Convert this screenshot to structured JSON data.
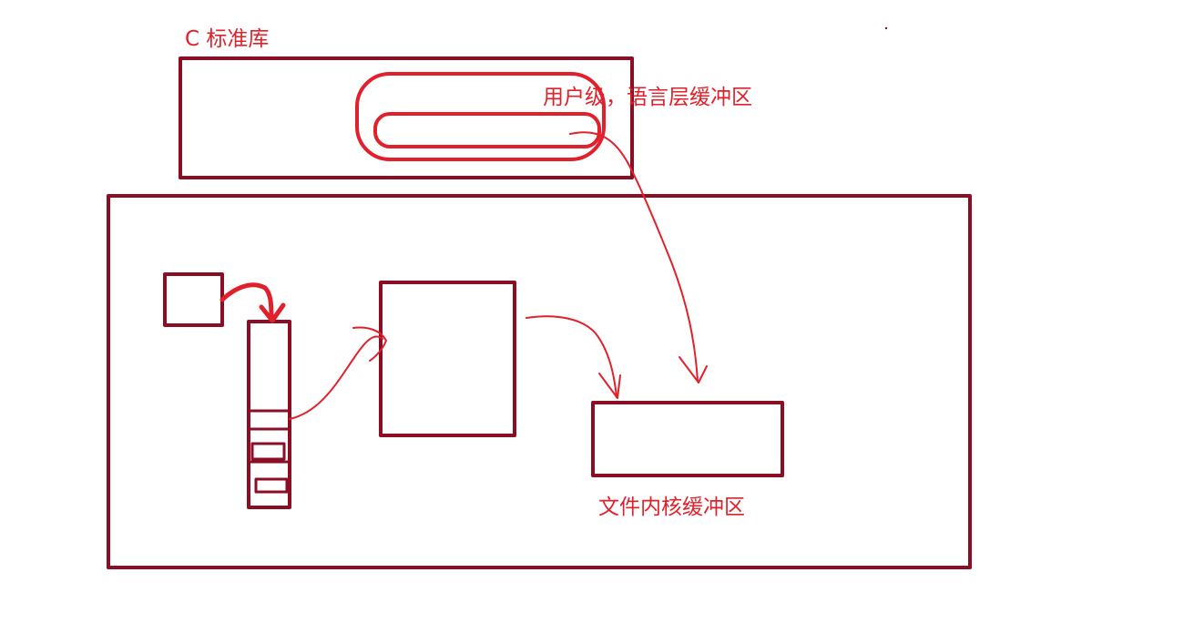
{
  "labels": {
    "c_library": "C 标准库",
    "user_buffer": "用户级，语言层缓冲区",
    "kernel_buffer": "文件内核缓冲区"
  },
  "colors": {
    "box_stroke": "#8b0e24",
    "ink": "#e0212b",
    "background": "#ffffff"
  }
}
